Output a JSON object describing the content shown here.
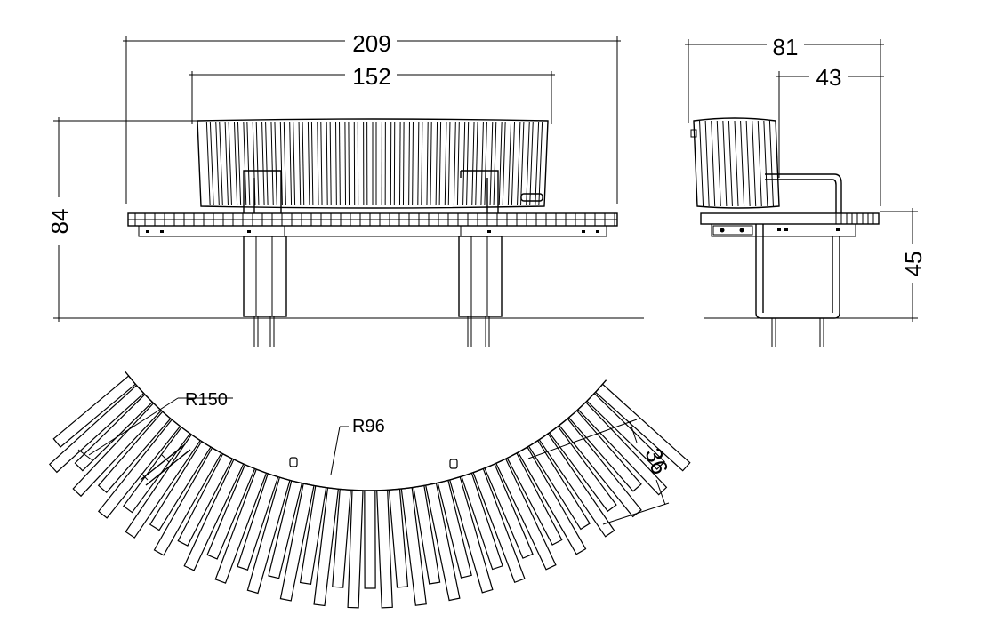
{
  "dimensions": {
    "front_total_width": "209",
    "front_backrest_width": "152",
    "front_height": "84",
    "side_depth": "81",
    "side_seat_depth": "43",
    "side_seat_height": "45",
    "plan_outer_radius": "R150",
    "plan_inner_radius": "R96",
    "plan_seat_depth": "36"
  }
}
